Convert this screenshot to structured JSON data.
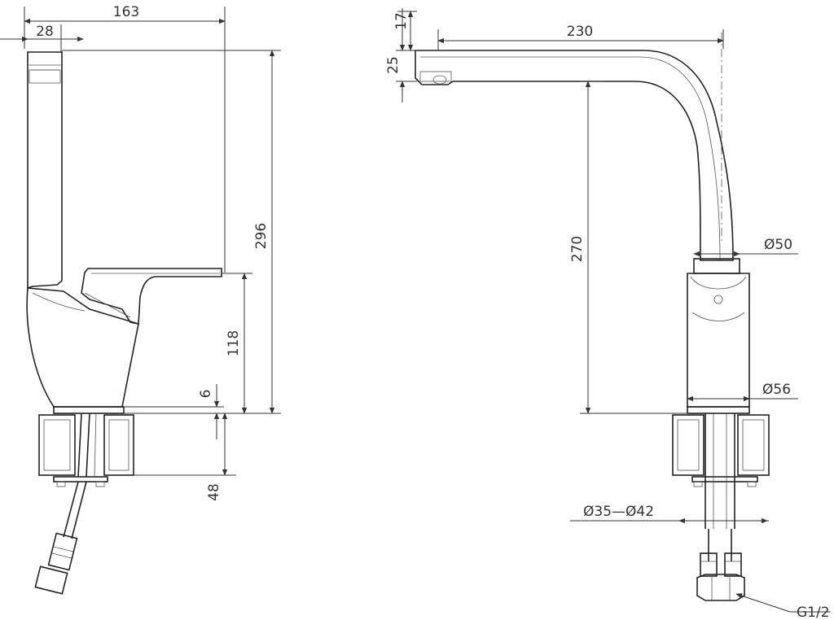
{
  "dimensions": {
    "left_width_total": "163",
    "left_handle_offset": "28",
    "left_total_height": "296",
    "left_handle_height": "118",
    "left_base_thickness": "6",
    "left_underside": "48",
    "right_spout_reach": "230",
    "right_spout_thickness_top": "17",
    "right_spout_thickness": "25",
    "right_spout_height": "270",
    "right_diameter_upper": "Ø50",
    "right_diameter_body": "Ø56",
    "right_hole_range": "Ø35—Ø42",
    "right_thread": "G1/2"
  },
  "colors": {
    "line": "#333333",
    "background": "#ffffff"
  }
}
